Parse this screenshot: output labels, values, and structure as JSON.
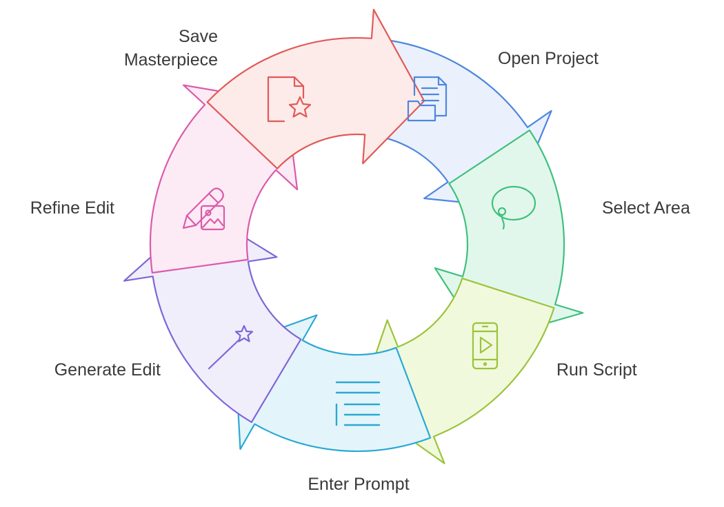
{
  "diagram": {
    "steps": [
      {
        "id": "open",
        "label_lines": [
          "Open Project"
        ],
        "icon": "document-folder-icon",
        "fill": "#EAF1FC",
        "stroke": "#4D86DE"
      },
      {
        "id": "select",
        "label_lines": [
          "Select Area"
        ],
        "icon": "lasso-icon",
        "fill": "#E2F7EC",
        "stroke": "#3EC17C"
      },
      {
        "id": "run",
        "label_lines": [
          "Run Script"
        ],
        "icon": "phone-play-icon",
        "fill": "#F1F9DC",
        "stroke": "#9CC33D"
      },
      {
        "id": "prompt",
        "label_lines": [
          "Enter Prompt"
        ],
        "icon": "text-lines-icon",
        "fill": "#E3F5FA",
        "stroke": "#2AA8D4"
      },
      {
        "id": "generate",
        "label_lines": [
          "Generate Edit"
        ],
        "icon": "magic-wand-icon",
        "fill": "#F0EEFA",
        "stroke": "#7E65D8"
      },
      {
        "id": "refine",
        "label_lines": [
          "Refine Edit"
        ],
        "icon": "pencil-image-icon",
        "fill": "#FCEAF5",
        "stroke": "#DB5AA9"
      },
      {
        "id": "save",
        "label_lines": [
          "Save",
          "Masterpiece"
        ],
        "icon": "document-star-icon",
        "fill": "#FDEBEA",
        "stroke": "#E05A57"
      }
    ]
  }
}
